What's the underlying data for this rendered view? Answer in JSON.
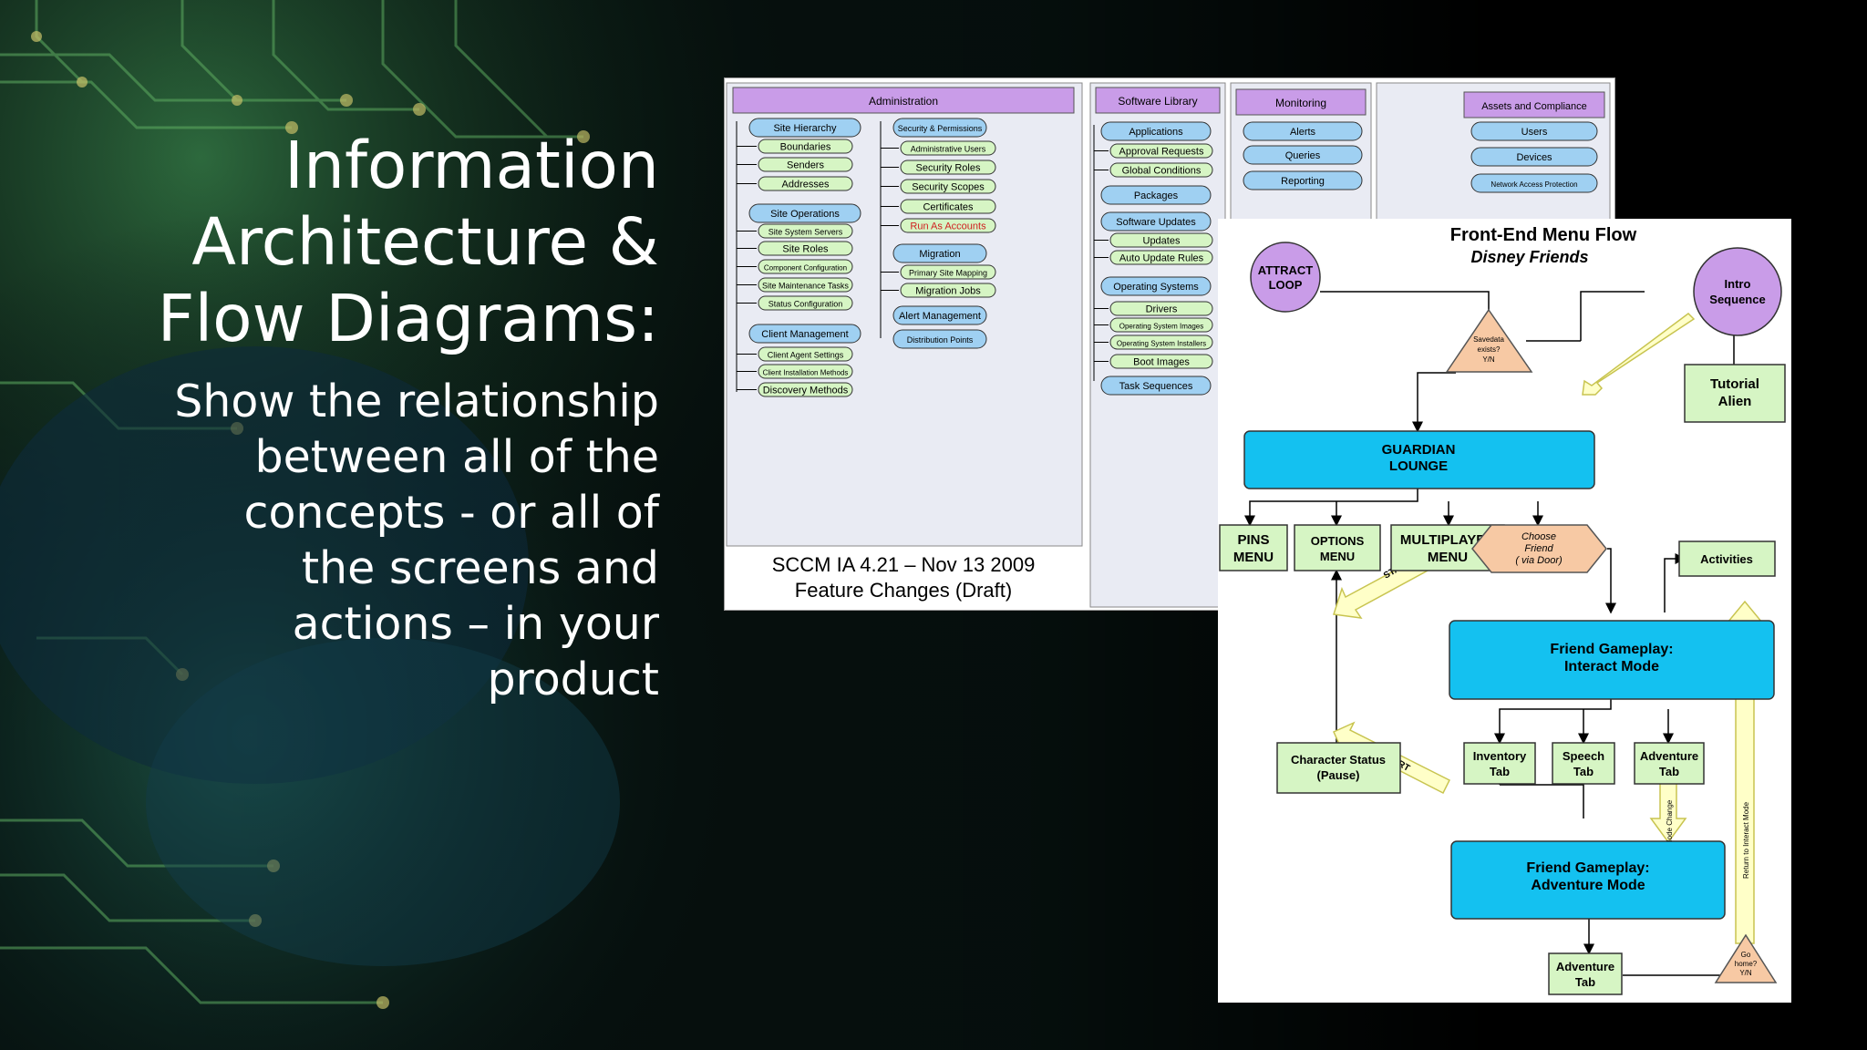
{
  "slide": {
    "title_lines": [
      "Information",
      "Architecture &",
      "Flow Diagrams:"
    ],
    "body_lines": [
      "Show the relationship",
      "between all of the",
      "concepts  - or all of",
      "the screens and",
      "actions – in your",
      "product"
    ]
  },
  "sccm": {
    "caption_line1": "SCCM IA 4.21 – Nov 13 2009",
    "caption_line2": "Feature Changes (Draft)",
    "sections": {
      "administration": "Administration",
      "software_library": "Software Library",
      "monitoring": "Monitoring",
      "assets": "Assets and Compliance"
    },
    "admin_left": [
      {
        "label": "Site Hierarchy",
        "kind": "group"
      },
      {
        "label": "Boundaries",
        "kind": "item"
      },
      {
        "label": "Senders",
        "kind": "item"
      },
      {
        "label": "Addresses",
        "kind": "item"
      },
      {
        "label": "Site Operations",
        "kind": "group"
      },
      {
        "label": "Site System Servers",
        "kind": "item"
      },
      {
        "label": "Site Roles",
        "kind": "item"
      },
      {
        "label": "Component Configuration",
        "kind": "item"
      },
      {
        "label": "Site Maintenance Tasks",
        "kind": "item"
      },
      {
        "label": "Status Configuration",
        "kind": "item"
      },
      {
        "label": "Client Management",
        "kind": "group"
      },
      {
        "label": "Client Agent Settings",
        "kind": "item"
      },
      {
        "label": "Client Installation Methods",
        "kind": "item"
      },
      {
        "label": "Discovery Methods",
        "kind": "item"
      }
    ],
    "admin_right": [
      {
        "label": "Security & Permissions",
        "kind": "group"
      },
      {
        "label": "Administrative Users",
        "kind": "item"
      },
      {
        "label": "Security Roles",
        "kind": "item"
      },
      {
        "label": "Security Scopes",
        "kind": "item"
      },
      {
        "label": "Certificates",
        "kind": "item"
      },
      {
        "label": "Run As Accounts",
        "kind": "item-red"
      },
      {
        "label": "Migration",
        "kind": "group"
      },
      {
        "label": "Primary Site Mapping",
        "kind": "item"
      },
      {
        "label": "Migration Jobs",
        "kind": "item"
      },
      {
        "label": "Alert Management",
        "kind": "group"
      },
      {
        "label": "Distribution Points",
        "kind": "group"
      }
    ],
    "software_library_items": [
      {
        "label": "Applications",
        "kind": "group"
      },
      {
        "label": "Approval Requests",
        "kind": "item"
      },
      {
        "label": "Global Conditions",
        "kind": "item"
      },
      {
        "label": "Packages",
        "kind": "group"
      },
      {
        "label": "Software Updates",
        "kind": "group"
      },
      {
        "label": "Updates",
        "kind": "item"
      },
      {
        "label": "Auto Update Rules",
        "kind": "item"
      },
      {
        "label": "Operating Systems",
        "kind": "group"
      },
      {
        "label": "Drivers",
        "kind": "item"
      },
      {
        "label": "Operating System Images",
        "kind": "item"
      },
      {
        "label": "Operating System Installers",
        "kind": "item"
      },
      {
        "label": "Boot Images",
        "kind": "item"
      },
      {
        "label": "Task Sequences",
        "kind": "group"
      }
    ],
    "monitoring_items": [
      {
        "label": "Alerts",
        "kind": "group"
      },
      {
        "label": "Queries",
        "kind": "group"
      },
      {
        "label": "Reporting",
        "kind": "group"
      }
    ],
    "assets_items": [
      {
        "label": "Users",
        "kind": "group"
      },
      {
        "label": "Devices",
        "kind": "group"
      },
      {
        "label": "Network Access Protection",
        "kind": "group"
      }
    ]
  },
  "menuflow": {
    "title": "Front-End Menu Flow",
    "subtitle": "Disney Friends",
    "attract_loop": [
      "ATTRACT",
      "LOOP"
    ],
    "intro_sequence": [
      "Intro",
      "Sequence"
    ],
    "savedata": [
      "Savedata",
      "exists?",
      "Y/N"
    ],
    "tutorial_alien": [
      "Tutorial",
      "Alien"
    ],
    "guardian_lounge": [
      "GUARDIAN",
      "LOUNGE"
    ],
    "pins_menu": [
      "PINS",
      "MENU"
    ],
    "options_menu": [
      "OPTIONS",
      "MENU"
    ],
    "multiplayer_menu": [
      "MULTIPLAYER",
      "MENU"
    ],
    "choose_friend": [
      "Choose",
      "Friend",
      "( via Door)"
    ],
    "activities": "Activities",
    "interact_mode": [
      "Friend Gameplay:",
      "Interact Mode"
    ],
    "character_status": [
      "Character Status",
      "(Pause)"
    ],
    "inventory_tab": [
      "Inventory",
      "Tab"
    ],
    "speech_tab": [
      "Speech",
      "Tab"
    ],
    "adventure_tab_top": [
      "Adventure",
      "Tab"
    ],
    "adventure_mode": [
      "Friend Gameplay:",
      "Adventure Mode"
    ],
    "adventure_tab_bottom": [
      "Adventure",
      "Tab"
    ],
    "go_home": [
      "Go",
      "home?",
      "Y/N"
    ],
    "start_label": "START",
    "mode_change": "Mode Change",
    "return_interact": "Return to Interact Mode"
  }
}
